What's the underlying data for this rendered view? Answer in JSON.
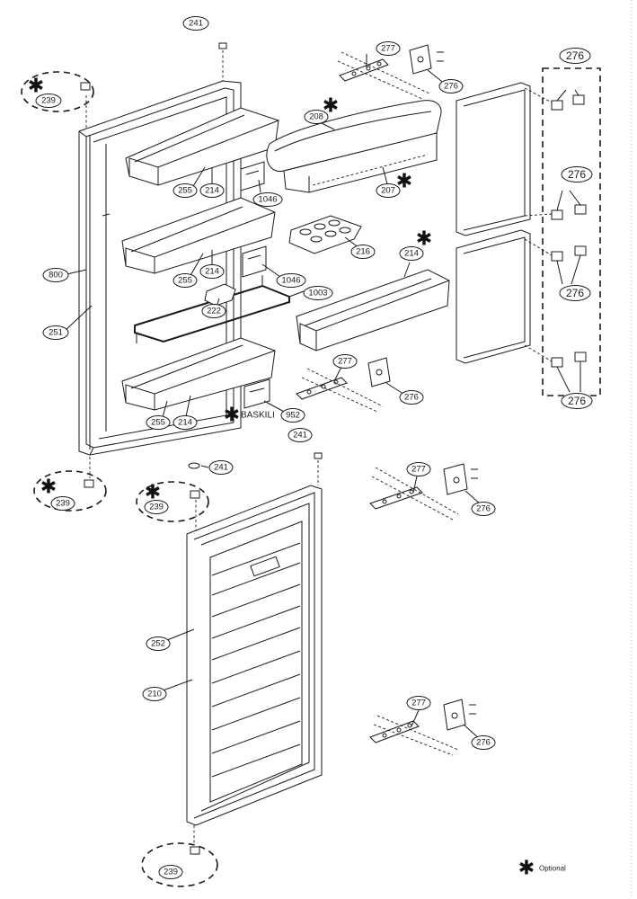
{
  "labels": {
    "l241a": "241",
    "l239a": "239",
    "l800": "800",
    "l251": "251",
    "l255a": "255",
    "l214a": "214",
    "l255b": "255",
    "l214b": "214",
    "l255c": "255",
    "l214c": "214",
    "l1046a": "1046",
    "l1046b": "1046",
    "l1003": "1003",
    "l222": "222",
    "l952": "952",
    "l208": "208",
    "l207": "207",
    "l216": "216",
    "l214d": "214",
    "l277a": "277",
    "l276a": "276",
    "l277b": "277",
    "l276b": "276",
    "l276c": "276",
    "l276d": "276",
    "l276e": "276",
    "l276f": "276",
    "l241b": "241",
    "l241c": "241",
    "l239b": "239",
    "l239c": "239",
    "l252": "252",
    "l210": "210",
    "l277c": "277",
    "l276g": "276",
    "l277d": "277",
    "l276h": "276",
    "l239d": "239"
  },
  "baskili": "BASKILI",
  "legend_text": "Optional",
  "tiny_print": "———— ———"
}
